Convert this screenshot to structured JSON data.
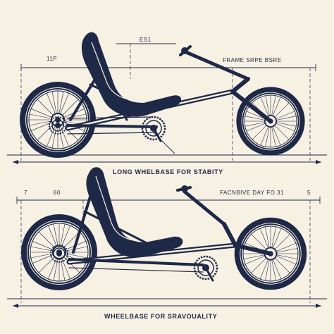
{
  "diagram": {
    "top": {
      "label_seat": "ES1",
      "label_left": "11P",
      "label_frame": "FRAME SRPE BSRE",
      "caption": "LONG WHELBASE FOR STABITY"
    },
    "bottom": {
      "label_left_a": "7",
      "label_left_b": "60",
      "label_frame": "FACNBIVE DAY FO 31",
      "label_right": "5",
      "caption": "WHEELBASE FOR SRAVOUALITY"
    }
  },
  "colors": {
    "ink": "#1e2847",
    "paper": "#f7f1e4"
  }
}
